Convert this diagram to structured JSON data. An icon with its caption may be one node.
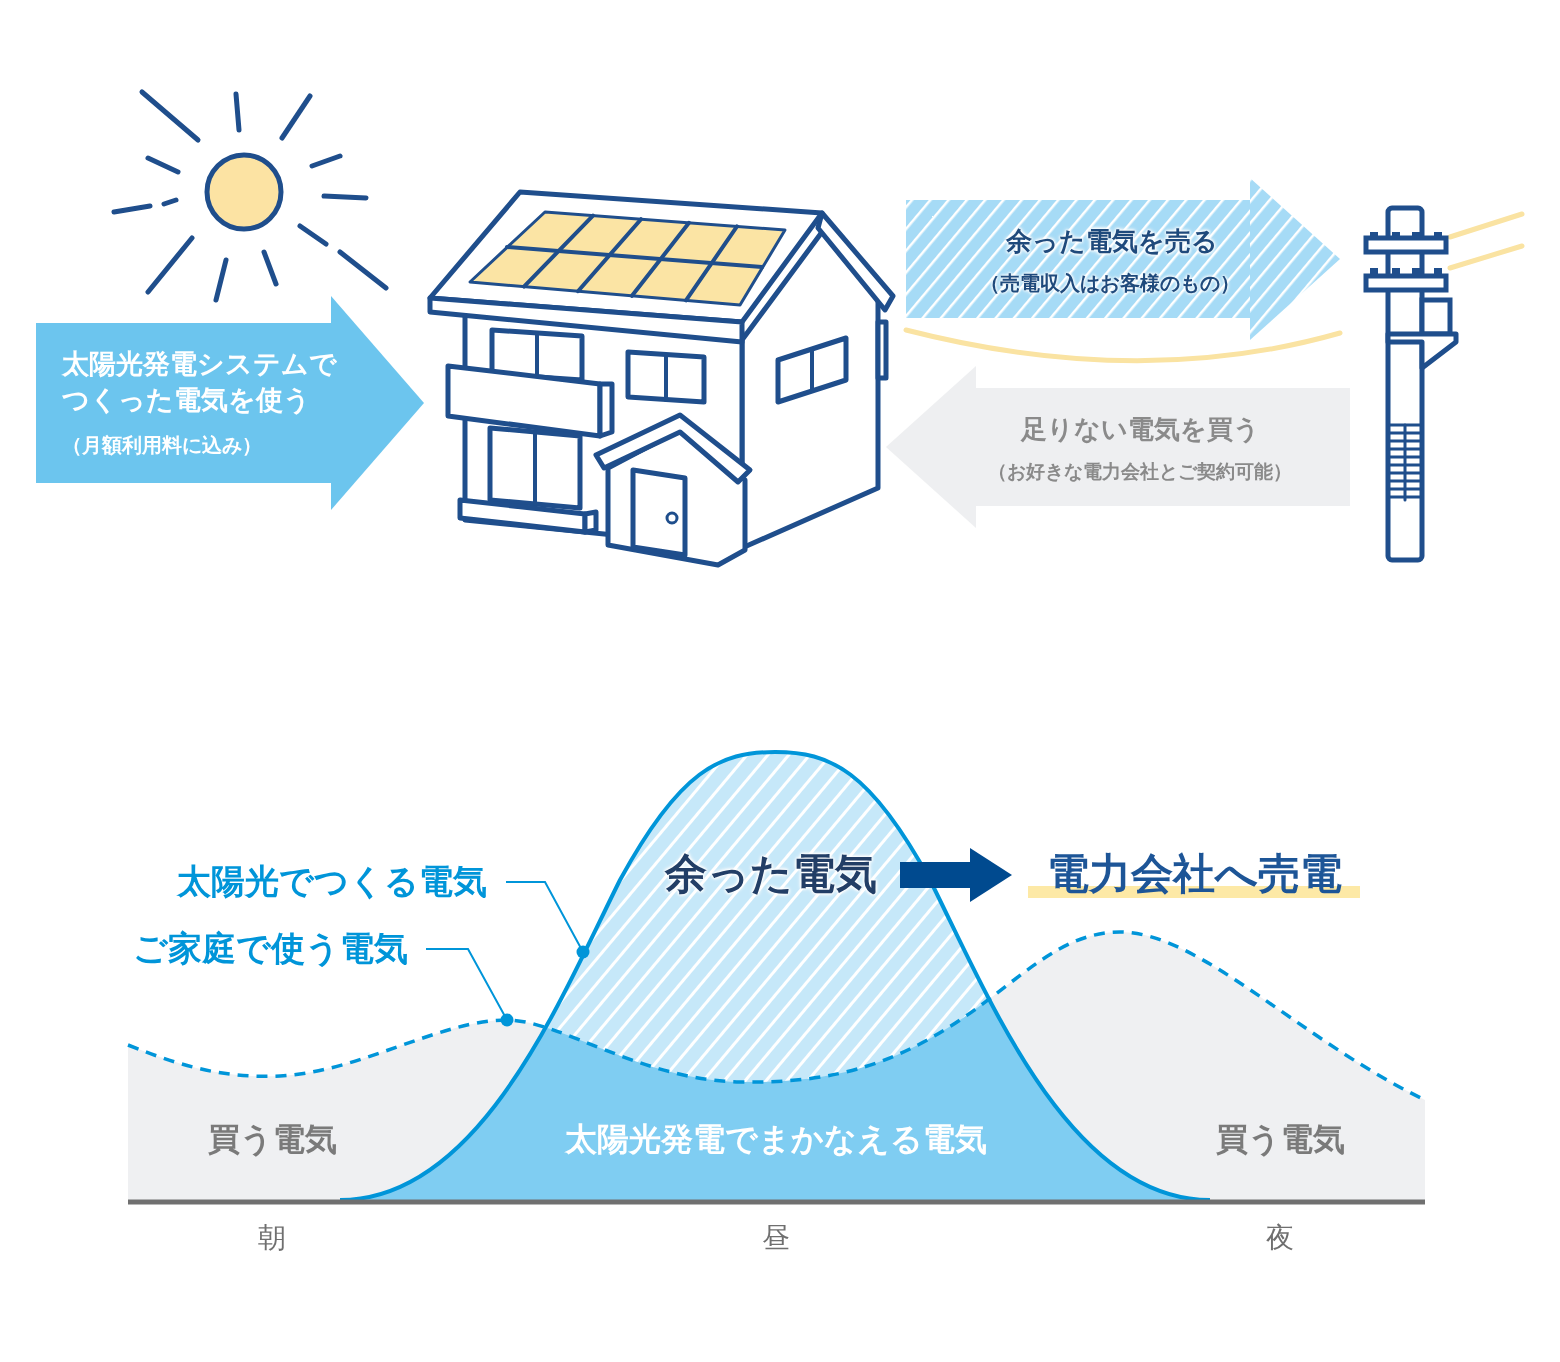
{
  "diagram": {
    "nodes": [
      {
        "text": [],
        "shape": "picture"
      },
      {
        "text": [],
        "shape": "picture"
      },
      {
        "text": [
          "太陽光でつくる電気"
        ]
      },
      {
        "text": [
          "ご家庭で使う電気"
        ]
      },
      {
        "text": [
          "余った電気"
        ]
      },
      {
        "text": [
          "電力会社へ売電"
        ]
      }
    ],
    "edges": [
      {
        "from": null,
        "to": 0,
        "arrow": "to",
        "label": "太陽光発電システムでつくった電気を使う",
        "style": "thick",
        "color": "#6cc5ee"
      },
      {
        "from": 0,
        "to": 1,
        "arrow": "to",
        "label": "余った電気を売る",
        "style": "thick",
        "color": "#a6dbf6"
      },
      {
        "from": 1,
        "to": 0,
        "arrow": "to",
        "label": "足りない電気を買う",
        "style": "thick",
        "color": "#eeeff1"
      },
      {
        "from": 2,
        "to": null,
        "arrow": "other",
        "color": "#0095d9"
      },
      {
        "from": 3,
        "to": null,
        "arrow": "other",
        "color": "#0095d9"
      },
      {
        "from": 4,
        "to": 5,
        "arrow": "to",
        "style": "thick",
        "color": "#004a8f"
      },
      {
        "from": 0,
        "to": 1,
        "arrow": "none",
        "color": "#fae3a2"
      }
    ],
    "labels": [
      "（月額利用料に込み）",
      "（売電収入はお客様のもの）",
      "（お好きな電力会社とご契約可能）",
      "買う電気",
      "太陽光発電でまかなえる電気",
      "買う電気",
      "朝",
      "昼",
      "夜"
    ]
  }
}
